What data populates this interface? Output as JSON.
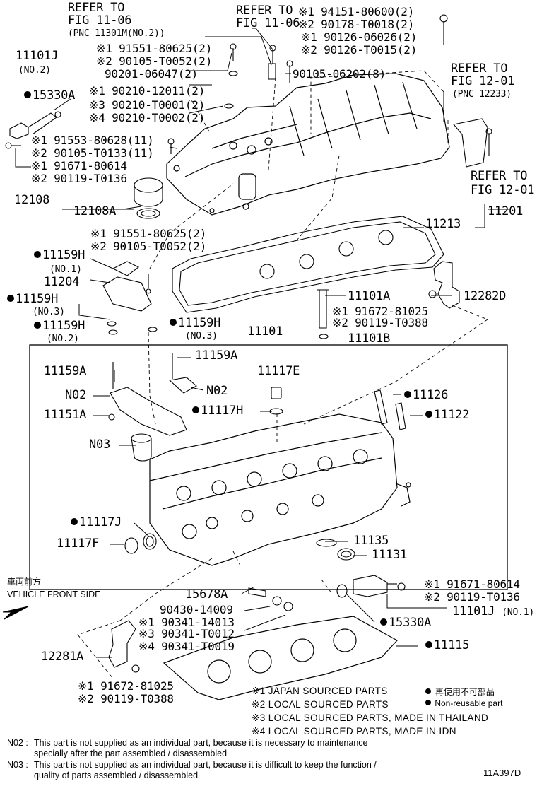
{
  "refs": {
    "refer_to": "REFER TO",
    "fig_11_06": "FIG 11-06",
    "pnc_11301m": "(PNC 11301M(NO.2))",
    "fig_11_06b": "FIG 11-06",
    "fig_12_01": "FIG 12-01",
    "pnc_12233": "(PNC 12233)",
    "fig_12_01b": "FIG 12-01"
  },
  "labels": {
    "p94151": "※1 94151-80600(2)",
    "p90178": "※2 90178-T0018(2)",
    "p90126a": "※1 90126-06026(2)",
    "p90126b": "※2 90126-T0015(2)",
    "p11101j_top": "11101J",
    "no2_a": "(NO.2)",
    "p91551a": "※1 91551-80625(2)",
    "p90105a": "※2 90105-T0052(2)",
    "p90201": "90201-06047(2)",
    "p90105_06202": "90105-06202(8)",
    "p15330a_top": "15330A",
    "p90210a": "※1 90210-12011(2)",
    "p90210b": "※3 90210-T0001(2)",
    "p90210c": "※4 90210-T0002(2)",
    "p91553": "※1 91553-80628(11)",
    "p90105_t0133": "※2 90105-T0133(11)",
    "p91671_top": "※1 91671-80614",
    "p90119_top": "※2 90119-T0136",
    "p12108": "12108",
    "p12108a": "12108A",
    "p11201": "11201",
    "p11213": "11213",
    "p91551b": "※1 91551-80625(2)",
    "p90105b": "※2 90105-T0052(2)",
    "p11159h_1": "11159H",
    "no1": "(NO.1)",
    "p11204": "11204",
    "p11101a": "11101A",
    "p12282d": "12282D",
    "p91672_mid": "※1 91672-81025",
    "p90119_mid": "※2 90119-T0388",
    "p11159h_3": "11159H",
    "no3_a": "(NO.3)",
    "p11159h_2": "11159H",
    "no2_b": "(NO.2)",
    "p11159h_r": "11159H",
    "no3_b": "(NO.3)",
    "p11101": "11101",
    "p11101b": "11101B",
    "p11159a_l": "11159A",
    "p11159a_r": "11159A",
    "p11117e": "11117E",
    "n02_a": "N02",
    "n02_b": "N02",
    "p11126": "11126",
    "p11151a": "11151A",
    "p11117h": "11117H",
    "p11122": "11122",
    "n03": "N03",
    "p11117j": "11117J",
    "p11117f": "11117F",
    "p11135": "11135",
    "p11131": "11131",
    "front_jp": "車両前方",
    "front_en": "VEHICLE FRONT SIDE",
    "p15678a": "15678A",
    "p91671_bot": "※1 91671-80614",
    "p90119_bot": "※2 90119-T0136",
    "p90430": "90430-14009",
    "p11101j_bot": "11101J",
    "no1_b": "(NO.1)",
    "p90341a": "※1 90341-14013",
    "p90341b": "※3 90341-T0012",
    "p90341c": "※4 90341-T0019",
    "p15330a_bot": "15330A",
    "p12281a": "12281A",
    "p11115": "11115",
    "p91672_bot": "※1 91672-81025",
    "p90119_bot2": "※2 90119-T0388"
  },
  "legend": {
    "l1": "※1 JAPAN SOURCED PARTS",
    "l2": "※2 LOCAL SOURCED PARTS",
    "l3": "※3 LOCAL SOURCED PARTS, MADE IN THAILAND",
    "l4": "※4 LOCAL SOURCED PARTS, MADE IN IDN",
    "jp_nonreuse": "再使用不可部品",
    "nonreuse": "Non-reusable part"
  },
  "notes": {
    "n02_key": "N02 :",
    "n02_line1": "This part is not supplied as an individual part, because it is necessary to maintenance",
    "n02_line2": "specially after the part assembled / disassembled",
    "n03_key": "N03 :",
    "n03_line1": "This part is not supplied as an individual part, because it is difficult to keep the function /",
    "n03_line2": "quality of parts  assembled / disassembled"
  },
  "figure_id": "11A397D"
}
